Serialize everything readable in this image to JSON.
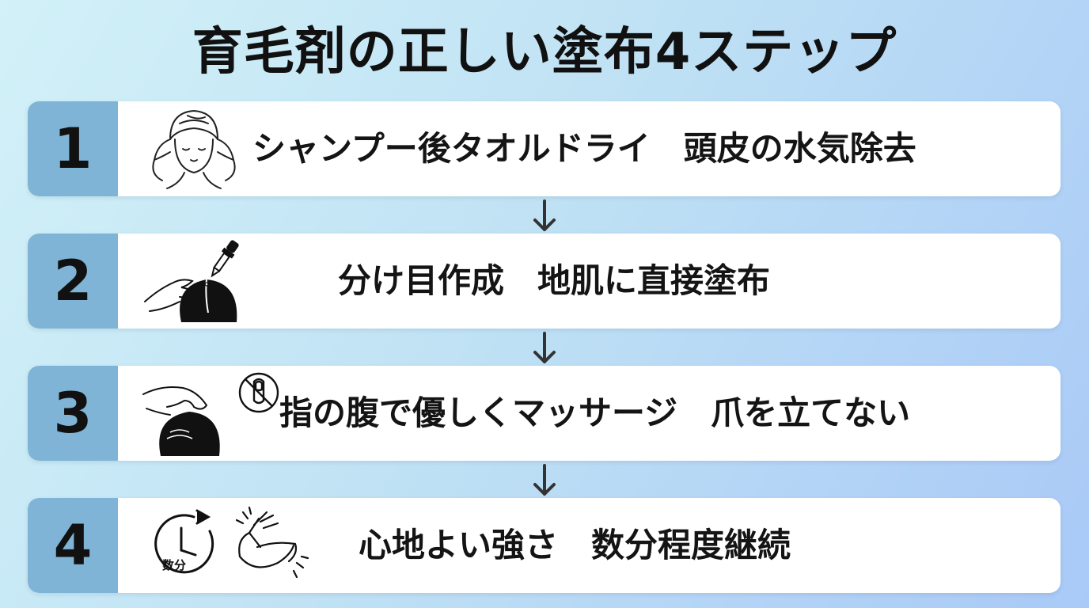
{
  "title": "育毛剤の正しい塗布4ステップ",
  "steps": [
    {
      "number": "1",
      "text": "シャンプー後タオルドライ　頭皮の水気除去",
      "icons": [
        "towel-head-person-icon"
      ]
    },
    {
      "number": "2",
      "text": "分け目作成　地肌に直接塗布",
      "icons": [
        "dropper-on-scalp-icon"
      ]
    },
    {
      "number": "3",
      "text": "指の腹で優しくマッサージ　爪を立てない",
      "icons": [
        "fingertip-massage-icon",
        "no-nails-icon"
      ]
    },
    {
      "number": "4",
      "text": "心地よい強さ　数分程度継続",
      "icons": [
        "clock-icon",
        "massage-hands-icon"
      ],
      "clock_label": "数分"
    }
  ],
  "colors": {
    "number_box": "#7fb4d6",
    "card": "#ffffff",
    "text": "#141414",
    "arrow": "#333333"
  }
}
